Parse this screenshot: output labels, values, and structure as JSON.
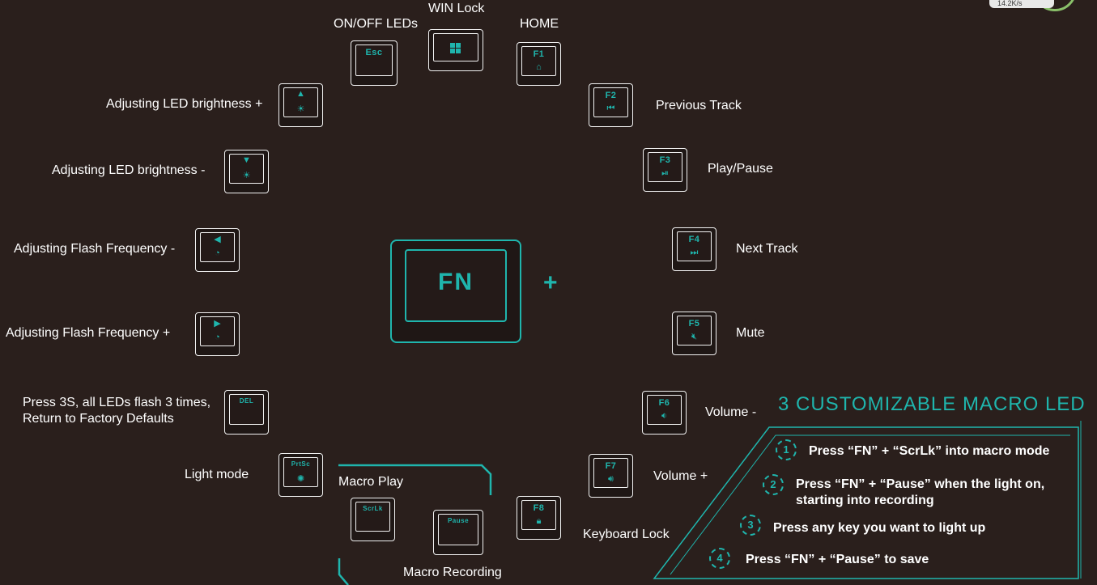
{
  "fn_key": {
    "label": "FN",
    "plus": "+"
  },
  "keys": {
    "esc": {
      "legend": "Esc",
      "label": "ON/OFF LEDs"
    },
    "win": {
      "label": "WIN Lock"
    },
    "f1": {
      "legend": "F1",
      "label": "HOME"
    },
    "up": {
      "label": "Adjusting LED brightness +"
    },
    "down": {
      "label": "Adjusting LED brightness  -"
    },
    "left": {
      "label": "Adjusting Flash Frequency -"
    },
    "right": {
      "label": "Adjusting Flash Frequency +"
    },
    "del": {
      "legend": "DEL",
      "label_line1": "Press 3S, all LEDs flash 3 times,",
      "label_line2": "Return to Factory Defaults"
    },
    "prtsc": {
      "legend": "PrtSc",
      "label": "Light mode"
    },
    "scrlk": {
      "legend": "ScrLk"
    },
    "pause": {
      "legend": "Pause"
    },
    "f2": {
      "legend": "F2",
      "label": "Previous Track"
    },
    "f3": {
      "legend": "F3",
      "label": "Play/Pause"
    },
    "f4": {
      "legend": "F4",
      "label": "Next Track"
    },
    "f5": {
      "legend": "F5",
      "label": "Mute"
    },
    "f6": {
      "legend": "F6",
      "label": "Volume  -"
    },
    "f7": {
      "legend": "F7",
      "label": "Volume +"
    },
    "f8": {
      "legend": "F8",
      "label": "Keyboard Lock"
    }
  },
  "macro_play_label": "Macro Play",
  "macro_recording_label": "Macro Recording",
  "macro_panel": {
    "title": "3 CUSTOMIZABLE MACRO LED",
    "steps": [
      {
        "num": "1",
        "text": "Press “FN” + “ScrLk” into macro mode"
      },
      {
        "num": "2",
        "text_line1": "Press “FN” + “Pause” when the light  on,",
        "text_line2": "starting into recording"
      },
      {
        "num": "3",
        "text": "Press any key you want to light up"
      },
      {
        "num": "4",
        "text": "Press “FN” + “Pause” to save"
      }
    ]
  },
  "speed_indicator": "14.2K/s",
  "colors": {
    "accent": "#1fb5ad",
    "background": "#2a1f1c",
    "text": "#ffffff"
  },
  "icons": {
    "win": "windows-logo-icon",
    "f1": "home-icon",
    "up": "arrow-up-brightness-icon",
    "down": "arrow-down-brightness-icon",
    "left": "arrow-left-speed-icon",
    "right": "arrow-right-speed-icon",
    "prtsc": "light-mode-icon",
    "f2": "previous-track-icon",
    "f3": "play-pause-icon",
    "f4": "next-track-icon",
    "f5": "mute-icon",
    "f6": "volume-down-icon",
    "f7": "volume-up-icon",
    "f8": "lock-icon"
  }
}
